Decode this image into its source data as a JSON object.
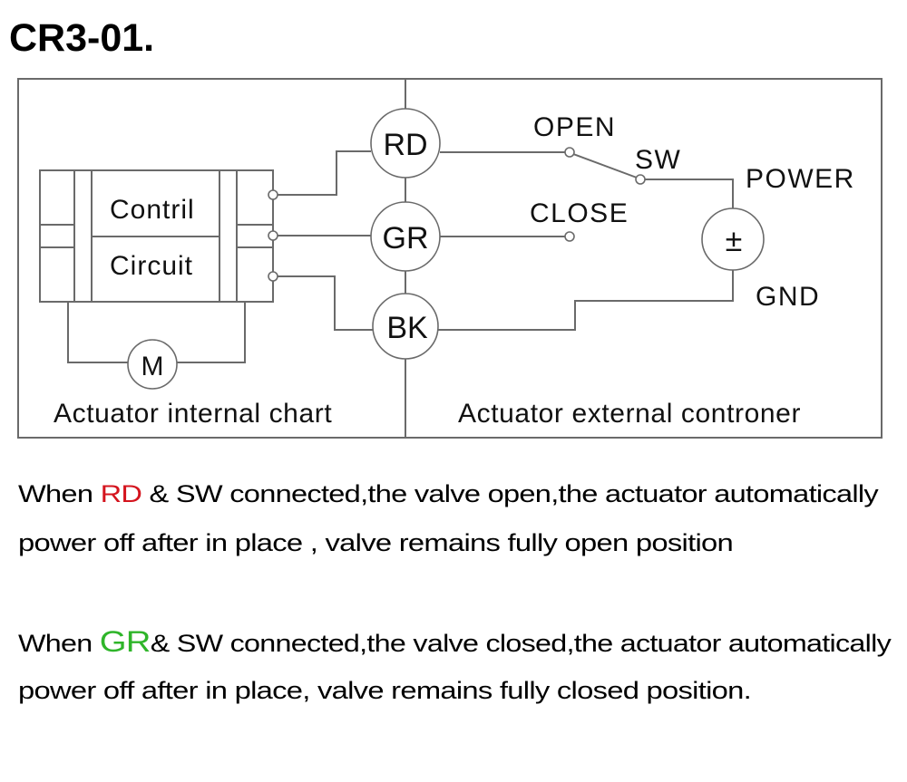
{
  "title": "CR3-01.",
  "diagram": {
    "left_panel_caption": "Actuator internal chart",
    "right_panel_caption": "Actuator external controner",
    "control_circuit": {
      "line1": "Contril",
      "line2": "Circuit"
    },
    "motor_label": "M",
    "wires": [
      {
        "id": "rd",
        "label": "RD",
        "color": "#d4141e"
      },
      {
        "id": "gr",
        "label": "GR",
        "color": "#2fb52a"
      },
      {
        "id": "bk",
        "label": "BK",
        "color": "#000000"
      }
    ],
    "switch": {
      "open_label": "OPEN",
      "close_label": "CLOSE",
      "switch_label": "SW"
    },
    "power": {
      "symbol": "±",
      "power_label": "POWER",
      "gnd_label": "GND"
    }
  },
  "notes": [
    {
      "prefix": "When ",
      "highlight": "RD",
      "highlight_color": "#d4141e",
      "rest": " & SW connected,the valve open,the actuator automatically",
      "line2": "power off after in place , valve remains fully open position"
    },
    {
      "prefix": "When ",
      "highlight": "GR",
      "highlight_color": "#2fb52a",
      "rest": "& SW connected,the valve closed,the actuator automatically",
      "line2": "power off after in place, valve remains fully closed position."
    }
  ]
}
